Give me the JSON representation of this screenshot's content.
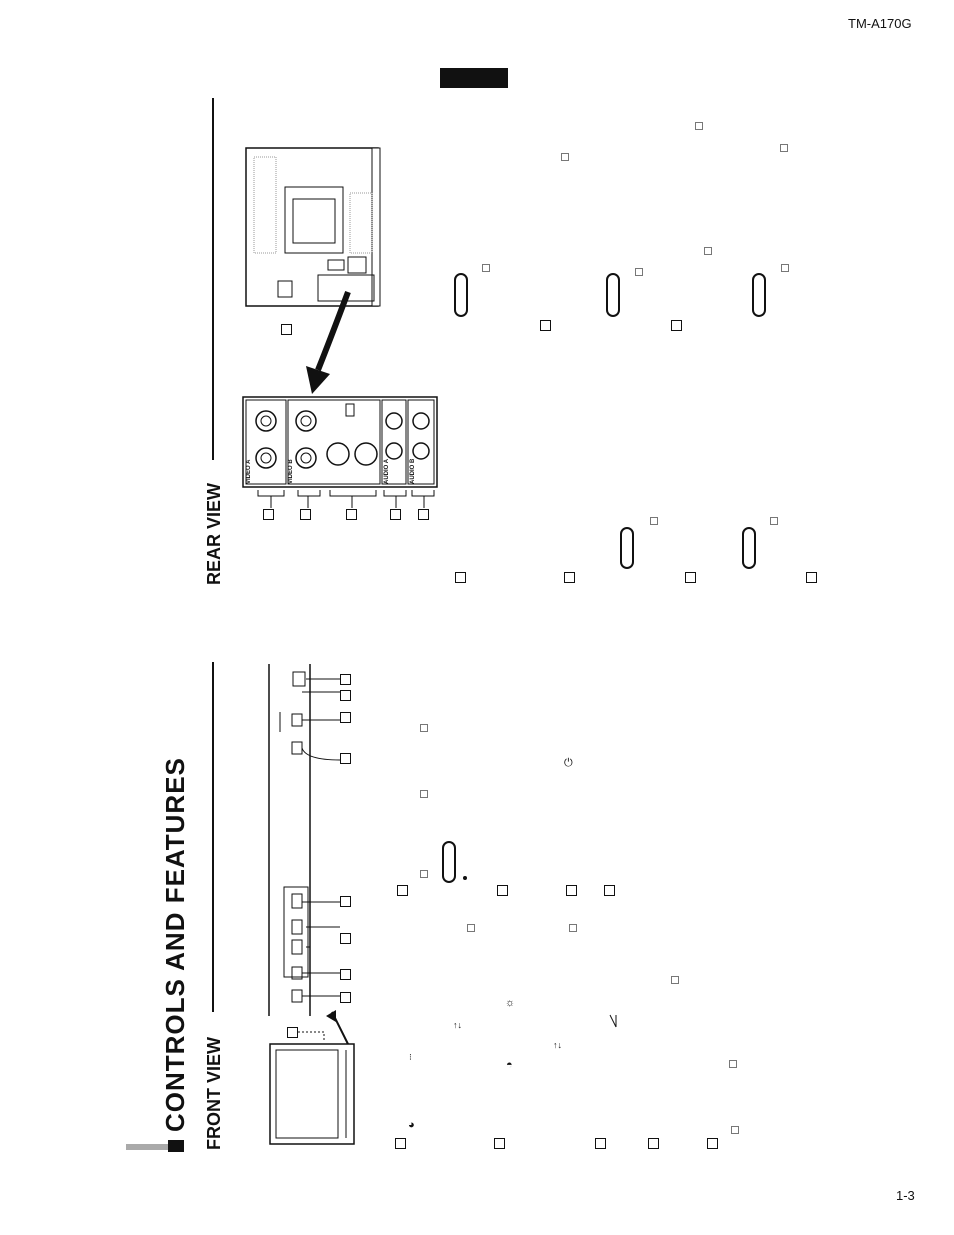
{
  "header": {
    "model": "TM-A170G"
  },
  "footer": {
    "page_number": "1-3"
  },
  "sections": {
    "main_title": "CONTROLS AND FEATURES",
    "front_view": "FRONT VIEW",
    "rear_view": "REAR VIEW"
  },
  "rear_panel": {
    "video_a": "VIDEO A",
    "video_b": "VIDEO B",
    "audio_a": "AUDIO A",
    "audio_b": "AUDIO B"
  },
  "icons": {
    "power": "⏻",
    "brightness": "☼",
    "updown": "↑↓",
    "contrast": "◓",
    "sharpness": "◪"
  }
}
